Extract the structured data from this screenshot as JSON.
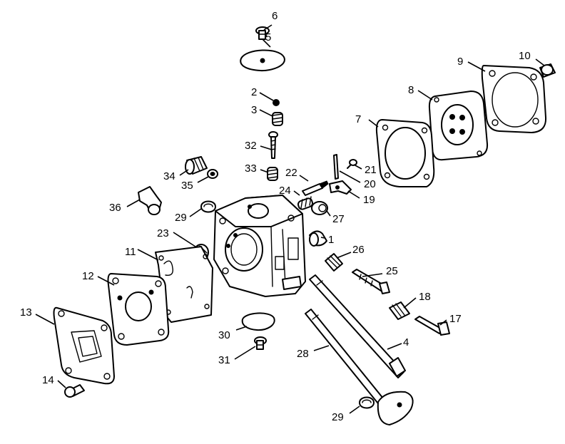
{
  "diagram": {
    "labels": {
      "p1": "1",
      "p2": "2",
      "p3": "3",
      "p4": "4",
      "p5": "5",
      "p6": "6",
      "p7": "7",
      "p8": "8",
      "p9": "9",
      "p10": "10",
      "p11": "11",
      "p12": "12",
      "p13": "13",
      "p14": "14",
      "p17": "17",
      "p18": "18",
      "p19": "19",
      "p20": "20",
      "p21": "21",
      "p22": "22",
      "p23": "23",
      "p24": "24",
      "p25": "25",
      "p26": "26",
      "p27": "27",
      "p28": "28",
      "p29a": "29",
      "p29b": "29",
      "p30": "30",
      "p31": "31",
      "p32": "32",
      "p33": "33",
      "p34": "34",
      "p35": "35",
      "p36": "36"
    }
  }
}
